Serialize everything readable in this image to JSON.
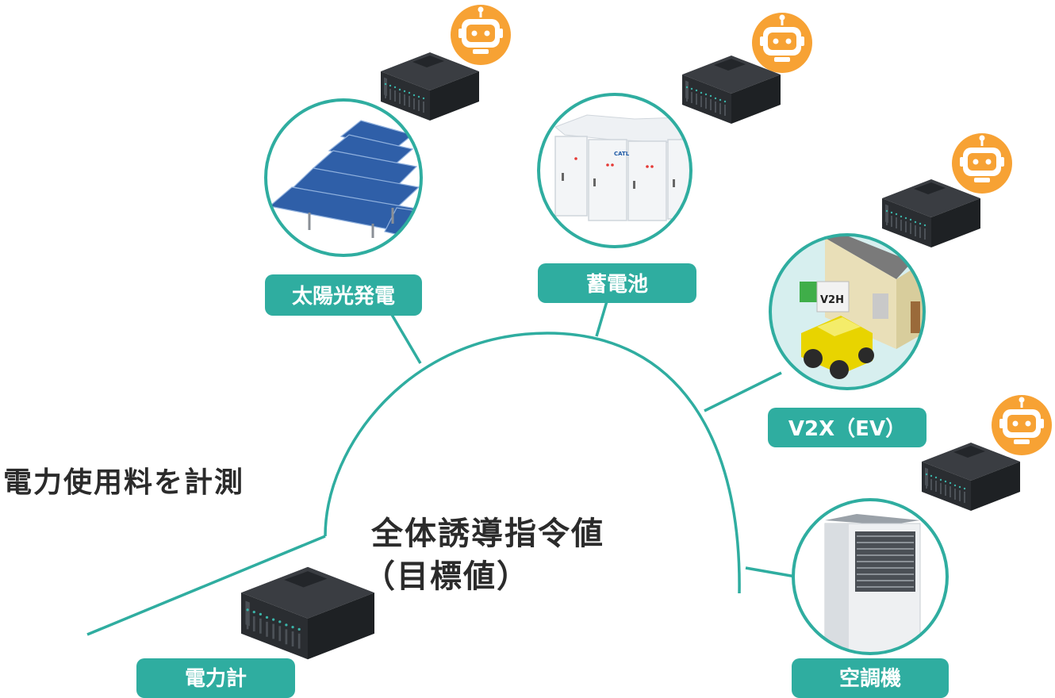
{
  "measure_caption": "電力使用料を計測",
  "center_title": {
    "line1": "全体誘導指令値",
    "line2": "（目標値）"
  },
  "devices": {
    "solar": {
      "label": "太陽光発電",
      "icon": "solar-panel-icon"
    },
    "battery": {
      "label": "蓄電池",
      "icon": "battery-cabinet-icon",
      "brand": "CATL"
    },
    "v2x": {
      "label": "V2X（EV）",
      "icon": "house-ev-icon",
      "charger_text": "V2H"
    },
    "aircon": {
      "label": "空調機",
      "icon": "air-conditioner-icon"
    },
    "meter": {
      "label": "電力計",
      "icon": "power-meter-icon"
    }
  },
  "colors": {
    "teal": "#2fada0",
    "dark_text": "#2b2b2b",
    "robot_orange": "#f7a234",
    "server_dark": "#2c2f33"
  },
  "icons": {
    "robot": "robot-icon",
    "edge_device": "server-box-icon"
  }
}
